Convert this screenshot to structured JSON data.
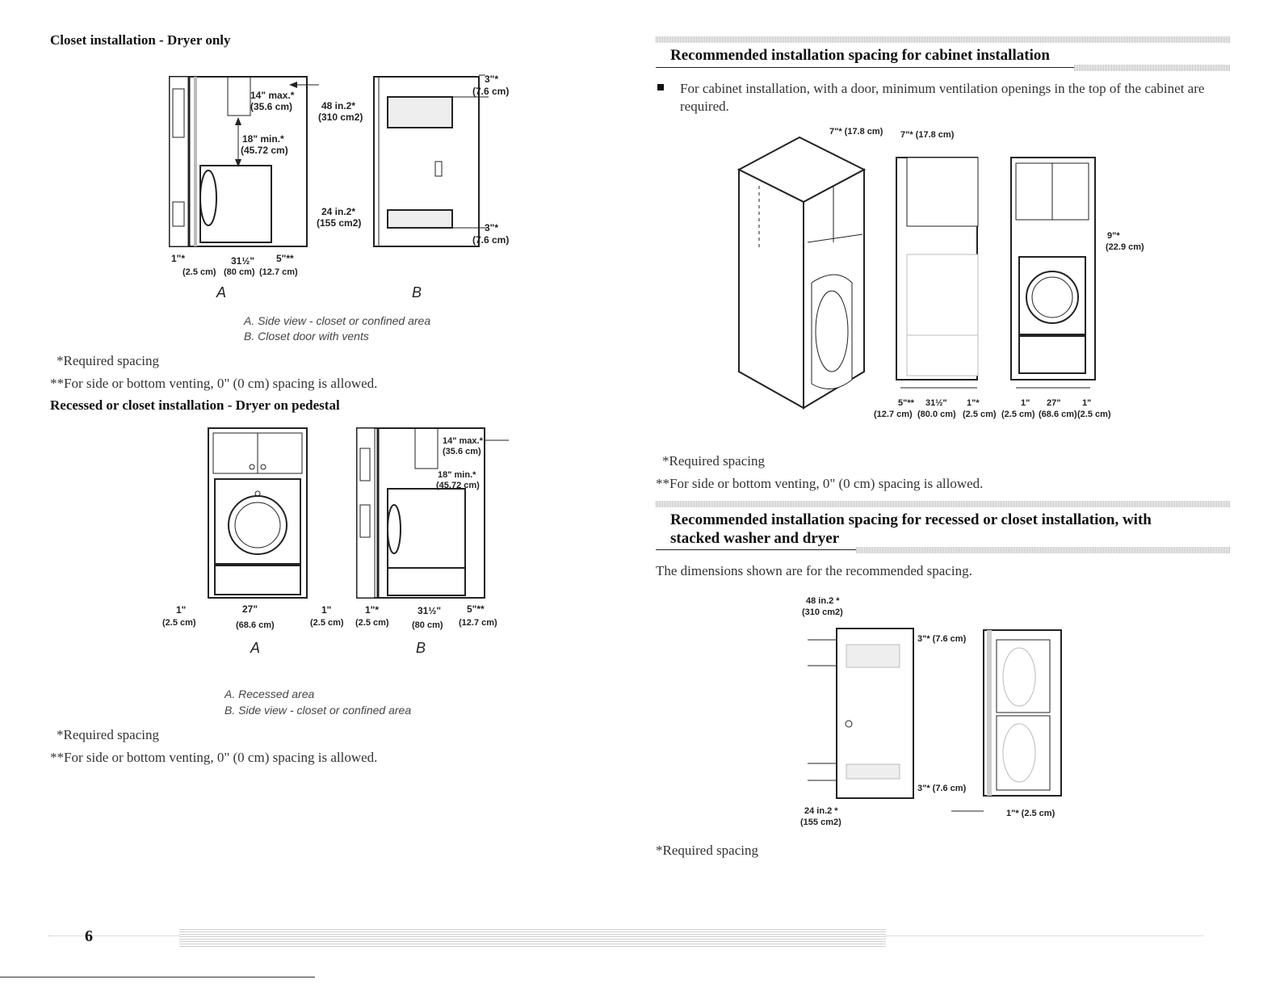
{
  "left": {
    "section1": {
      "heading": "Closet installation - Dryer only",
      "diagramA": {
        "top_label": "14\" max.*",
        "top_label_cm": "(35.6 cm)",
        "mid_label": "18\" min.*",
        "mid_label_cm": "(45.72 cm)",
        "bottom_left": "1\"*",
        "bottom_left_cm": "(2.5 cm)",
        "bottom_mid": "31½\"",
        "bottom_mid_cm": "(80 cm)",
        "bottom_right": "5\"**",
        "bottom_right_cm": "(12.7 cm)"
      },
      "diagramB": {
        "vent_top": "48 in.2*",
        "vent_top_cm": "(310 cm2)",
        "vent_bottom": "24 in.2*",
        "vent_bottom_cm": "(155 cm2)",
        "gap_top": "3\"*",
        "gap_top_cm": "(7.6 cm)",
        "gap_bottom": "3\"*",
        "gap_bottom_cm": "(7.6 cm)"
      },
      "letter_a": "A",
      "letter_b": "B",
      "caption_a": "A. Side view - closet or confined area",
      "caption_b": "B. Closet door with vents",
      "note1": "*Required spacing",
      "note2": "**For side or bottom venting, 0\" (0 cm) spacing is allowed."
    },
    "section2": {
      "heading": "Recessed or closet installation - Dryer on pedestal",
      "diagramA": {
        "left": "1\"",
        "left_cm": "(2.5 cm)",
        "mid": "27\"",
        "mid_cm": "(68.6 cm)",
        "right": "1\"",
        "right_cm": "(2.5 cm)"
      },
      "diagramB": {
        "top_label": "14\" max.*",
        "top_label_cm": "(35.6 cm)",
        "mid_label": "18\" min.*",
        "mid_label_cm": "(45.72 cm)",
        "bottom_left": "1\"*",
        "bottom_left_cm": "(2.5 cm)",
        "bottom_mid": "31½\"",
        "bottom_mid_cm": "(80 cm)",
        "bottom_right": "5\"**",
        "bottom_right_cm": "(12.7 cm)"
      },
      "letter_a": "A",
      "letter_b": "B",
      "caption_a": "A. Recessed area",
      "caption_b": "B. Side view - closet or confined area",
      "note1": "*Required spacing",
      "note2": "**For side or bottom venting, 0\" (0 cm) spacing is allowed."
    },
    "page_number": "6"
  },
  "right": {
    "section1": {
      "heading": "Recommended installation spacing for cabinet installation",
      "bullet": "For cabinet installation, with a door, minimum ventilation openings in the top of the cabinet are required.",
      "dims": {
        "depth_a": "7\"* (17.8 cm)",
        "depth_b": "7\"* (17.8 cm)",
        "height": "9\"*",
        "height_cm": "(22.9 cm)",
        "b1": "5\"**",
        "b1_cm": "(12.7 cm)",
        "b2": "31½\"",
        "b2_cm": "(80.0 cm)",
        "b3": "1\"*",
        "b3_cm": "(2.5 cm)",
        "c1": "1\"",
        "c1_cm": "(2.5 cm)",
        "c2": "27\"",
        "c2_cm": "(68.6 cm)",
        "c3": "1\"",
        "c3_cm": "(2.5 cm)"
      },
      "note1": "*Required spacing",
      "note2": "**For side or bottom venting, 0\" (0 cm) spacing is allowed."
    },
    "section2": {
      "heading_line1": "Recommended installation spacing for recessed or closet installation, with",
      "heading_line2": "stacked washer and dryer",
      "intro": "The dimensions shown are for the recommended spacing.",
      "dims": {
        "vent_top": "48 in.2 *",
        "vent_top_cm": "(310 cm2)",
        "vent_bottom": "24 in.2 *",
        "vent_bottom_cm": "(155 cm2)",
        "gap_top": "3\"* (7.6 cm)",
        "gap_bottom": "3\"* (7.6 cm)",
        "side": "1\"* (2.5 cm)"
      },
      "note1": "*Required spacing"
    }
  }
}
